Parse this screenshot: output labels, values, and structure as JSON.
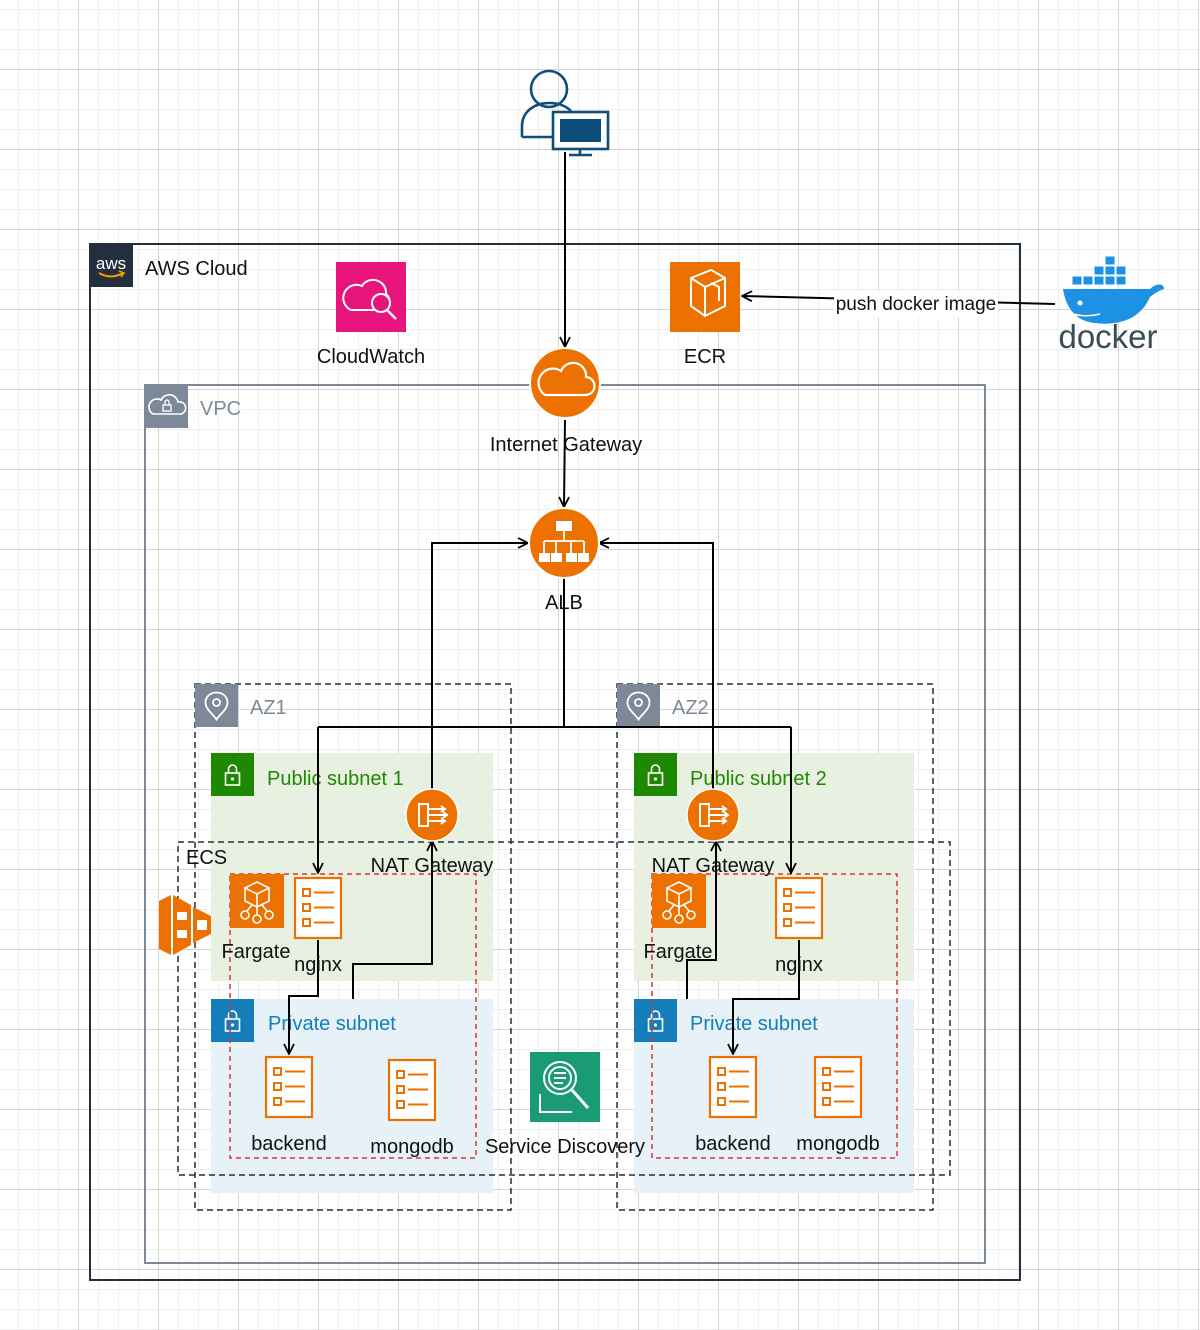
{
  "user": {
    "icon": "user-computer-icon"
  },
  "aws_cloud": {
    "label": "AWS Cloud",
    "icon": "aws-logo-icon",
    "logo_text": "aws"
  },
  "vpc": {
    "label": "VPC",
    "icon": "vpc-cloud-lock-icon"
  },
  "services": {
    "cloudwatch": {
      "label": "CloudWatch",
      "icon": "cloudwatch-icon",
      "color": "#e7157b"
    },
    "ecr": {
      "label": "ECR",
      "icon": "ecr-icon",
      "color": "#ed7100"
    },
    "internet_gateway": {
      "label": "Internet Gateway",
      "icon": "internet-gateway-icon",
      "color": "#ed7100"
    },
    "alb": {
      "label": "ALB",
      "icon": "load-balancer-icon",
      "color": "#ed7100"
    },
    "service_discovery": {
      "label": "Service Discovery",
      "icon": "service-discovery-icon",
      "color": "#1b9b74"
    },
    "ecs": {
      "label": "ECS",
      "icon": "ecs-icon",
      "color": "#ed7100"
    }
  },
  "docker": {
    "text": "docker",
    "icon": "docker-whale-icon",
    "edge_label": "push docker image",
    "color": "#1d91e4"
  },
  "availability_zones": [
    {
      "label": "AZ1",
      "public_subnet": "Public subnet 1",
      "nat_gateway": "NAT Gateway",
      "private_subnet": "Private subnet",
      "fargate": "Fargate",
      "tasks": {
        "nginx": "nginx",
        "backend": "backend",
        "mongodb": "mongodb"
      }
    },
    {
      "label": "AZ2",
      "public_subnet": "Public subnet 2",
      "nat_gateway": "NAT Gateway",
      "private_subnet": "Private subnet",
      "fargate": "Fargate",
      "tasks": {
        "nginx": "nginx",
        "backend": "backend",
        "mongodb": "mongodb"
      }
    }
  ],
  "colors": {
    "public_subnet_fill": "#e8f1e1",
    "public_subnet_badge": "#1e8900",
    "private_subnet_fill": "#e6f1f8",
    "private_subnet_badge": "#147eba",
    "az_badge": "#7d8998",
    "task_boundary": "#dd3333",
    "resource_orange": "#ed7100",
    "group_border": "#232f3e"
  }
}
